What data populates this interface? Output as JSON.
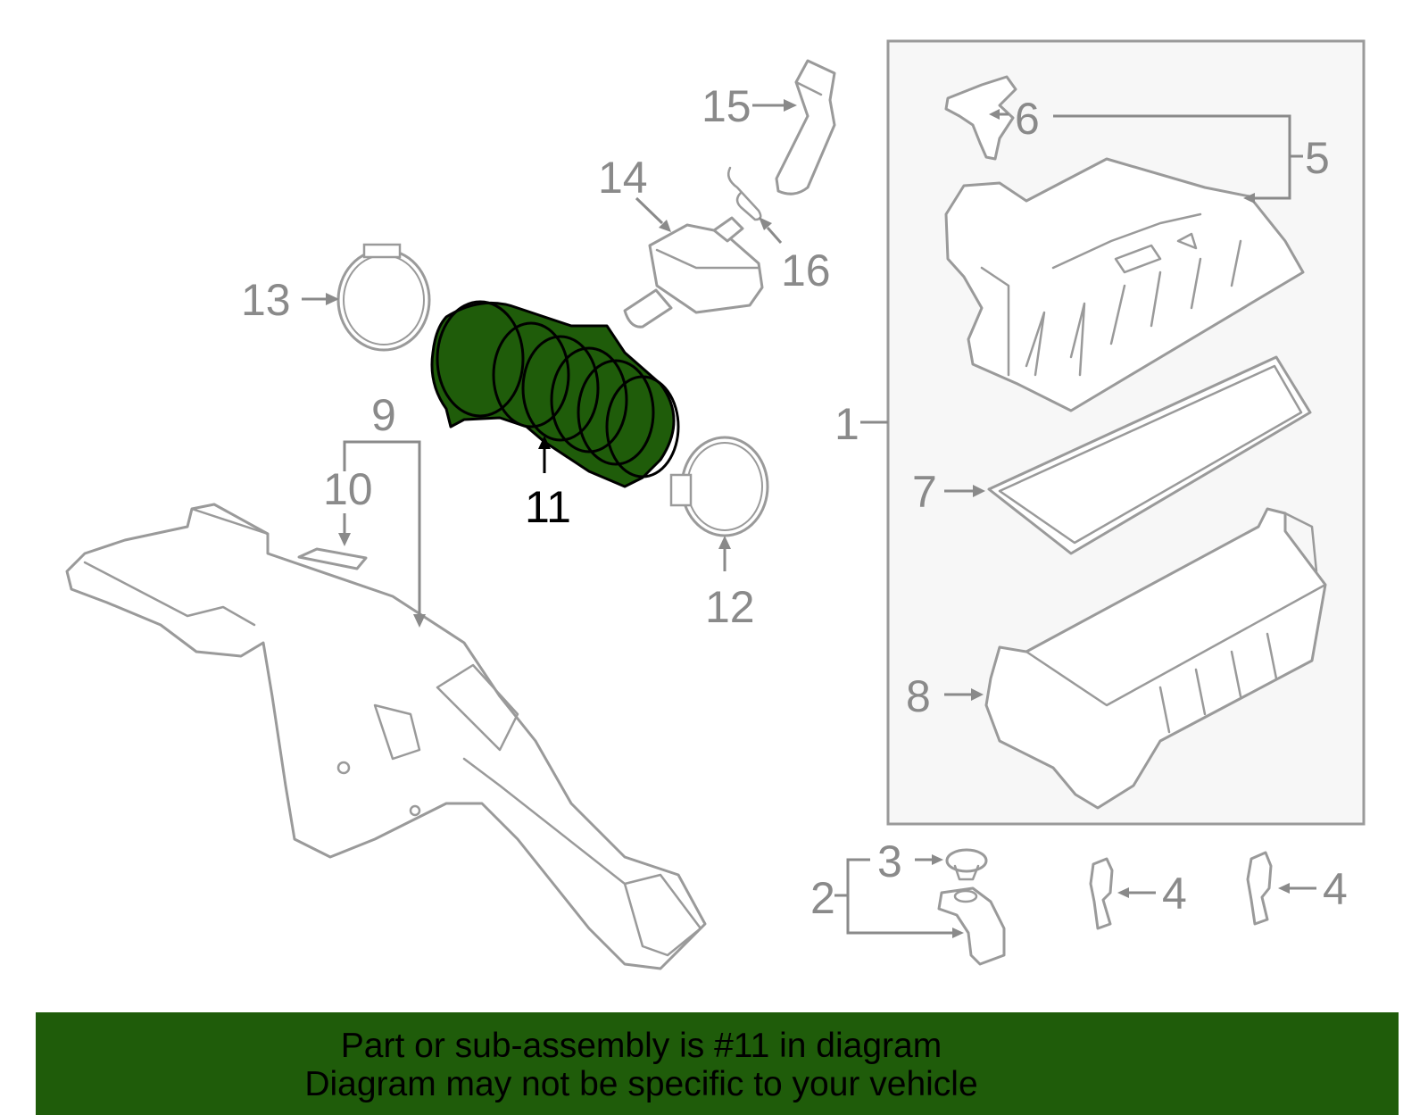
{
  "callouts": {
    "c1": "1",
    "c2": "2",
    "c3": "3",
    "c4a": "4",
    "c4b": "4",
    "c5": "5",
    "c6": "6",
    "c7": "7",
    "c8": "8",
    "c9": "9",
    "c10": "10",
    "c11": "11",
    "c12": "12",
    "c13": "13",
    "c14": "14",
    "c15": "15",
    "c16": "16"
  },
  "highlighted_part": "11",
  "colors": {
    "highlight": "#1f5c0a",
    "line": "#9a9a9a",
    "label": "#8a8a8a"
  },
  "banner": {
    "line1": "Part or sub-assembly is #11 in diagram",
    "line2": "Diagram may not be specific to your vehicle"
  }
}
